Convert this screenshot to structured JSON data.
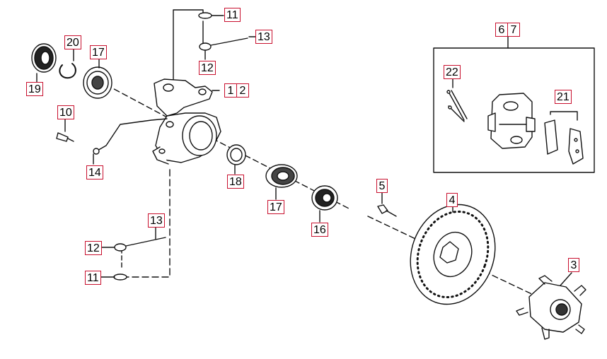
{
  "diagram": {
    "callouts": {
      "c11_top": "11",
      "c13_top": "13",
      "c12_top": "12",
      "c1": "1",
      "c2": "2",
      "c20": "20",
      "c17_top": "17",
      "c19": "19",
      "c10": "10",
      "c14": "14",
      "c18": "18",
      "c17_mid": "17",
      "c16": "16",
      "c5": "5",
      "c4": "4",
      "c3": "3",
      "c13_bot": "13",
      "c12_bot": "12",
      "c11_bot": "11",
      "c6": "6",
      "c7": "7",
      "c22": "22",
      "c21": "21"
    }
  }
}
